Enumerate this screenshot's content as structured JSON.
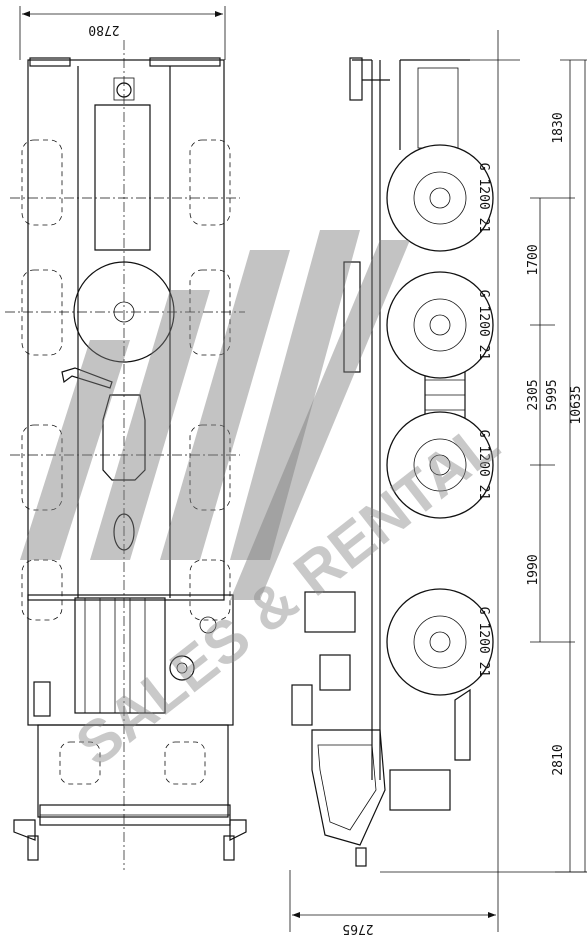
{
  "drawing": {
    "top_view": {
      "overall_width_label": "2780"
    },
    "side_view": {
      "overall_width_label": "2765",
      "axle_spacing_labels": [
        "1830",
        "1700",
        "2305",
        "1990",
        "2810"
      ],
      "group_span_label": "5995",
      "overall_length_label": "10635",
      "tire_text": "G 1200 21"
    },
    "watermark": {
      "text": "SALES & RENTAL",
      "color": "#8a8a8a"
    }
  }
}
